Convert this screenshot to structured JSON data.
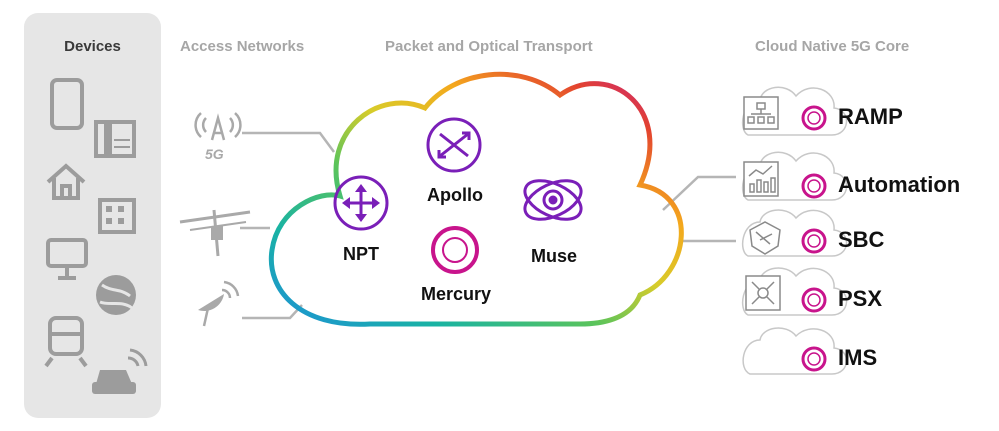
{
  "headers": {
    "devices": "Devices",
    "access": "Access Networks",
    "transport": "Packet and Optical Transport",
    "core": "Cloud Native 5G Core"
  },
  "access_labels": {
    "fiveg": "5G"
  },
  "nodes": {
    "npt": "NPT",
    "apollo": "Apollo",
    "mercury": "Mercury",
    "muse": "Muse"
  },
  "services": [
    {
      "label": "RAMP",
      "icon": "org-chart-icon"
    },
    {
      "label": "Automation",
      "icon": "analytics-chart-icon"
    },
    {
      "label": "SBC",
      "icon": "shield-icon"
    },
    {
      "label": "PSX",
      "icon": "routing-icon"
    },
    {
      "label": "IMS",
      "icon": "cloud-icon"
    }
  ],
  "device_icons": [
    "tablet-icon",
    "desk-phone-icon",
    "home-icon",
    "office-building-icon",
    "monitor-icon",
    "globe-icon",
    "train-icon",
    "connected-car-icon"
  ],
  "access_icons": [
    "cell-tower-5g-icon",
    "fiber-pole-icon",
    "satellite-dish-icon"
  ],
  "colors": {
    "purple": "#7a1fb8",
    "magenta": "#c8148c",
    "device_gray": "#9c9c9c",
    "panel_gray": "#e6e6e6",
    "cloud_gradient": [
      "#1e90d8",
      "#19b3a3",
      "#5cc45a",
      "#d8cc2a",
      "#f4a81d",
      "#e3432f",
      "#c0169a"
    ]
  }
}
